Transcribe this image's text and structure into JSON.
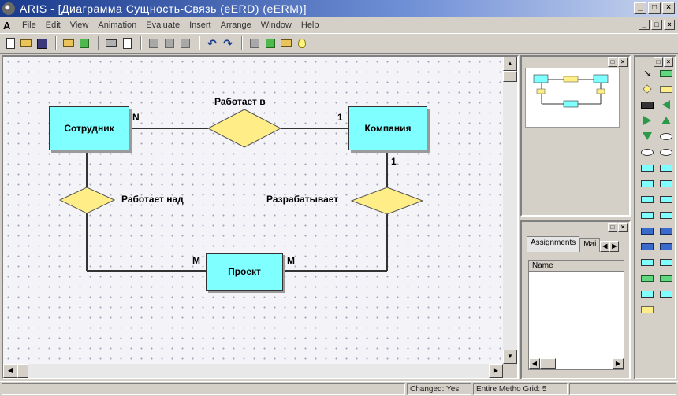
{
  "window": {
    "app_name": "ARIS",
    "title": "ARIS - [Диаграмма Сущность-Связь (eERD) (eERM)]"
  },
  "menu": [
    "File",
    "Edit",
    "View",
    "Animation",
    "Evaluate",
    "Insert",
    "Arrange",
    "Window",
    "Help"
  ],
  "diagram": {
    "entities": {
      "employee": "Сотрудник",
      "company": "Компания",
      "project": "Проект"
    },
    "relationships": {
      "works_in": "Работает в",
      "works_on": "Работает над",
      "develops": "Разрабатывает"
    },
    "cardinalities": {
      "employee_works_in": "N",
      "company_works_in": "1",
      "company_develops": "1",
      "project_works_on": "M",
      "project_develops": "M"
    }
  },
  "assignments": {
    "tabs": [
      "Assignments",
      "Mai"
    ],
    "column_header": "Name"
  },
  "status": {
    "changed": "Changed: Yes",
    "mode": "Entire Metho Grid: 5"
  },
  "colors": {
    "entity_fill": "#7fffff",
    "relationship_fill": "#ffee88",
    "title_bar": "#1a3a8c"
  }
}
